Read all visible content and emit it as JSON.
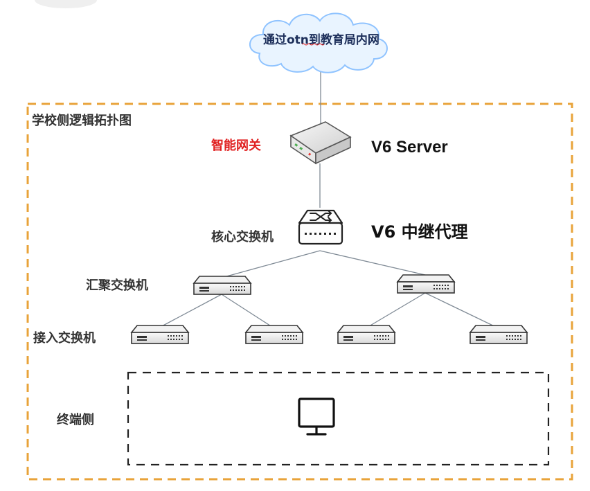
{
  "cloud": {
    "label": "通过otn到教育局内网"
  },
  "school_region": {
    "label": "学校侧逻辑拓扑图"
  },
  "gateway": {
    "label": "智能网关",
    "role_label": "V6 Server"
  },
  "core_switch": {
    "label": "核心交换机",
    "role_label": "V6 中继代理"
  },
  "aggregation_switch": {
    "label": "汇聚交换机"
  },
  "access_switch": {
    "label": "接入交换机"
  },
  "terminal_zone": {
    "label": "终端侧",
    "icon": "monitor-icon"
  },
  "colors": {
    "region_border": "#e8a33a",
    "terminal_border": "#222222",
    "gateway_label": "#e02020",
    "cloud_fill": "#e9f4ff",
    "cloud_stroke": "#8fc3ff",
    "link_line": "#7f8a95"
  }
}
